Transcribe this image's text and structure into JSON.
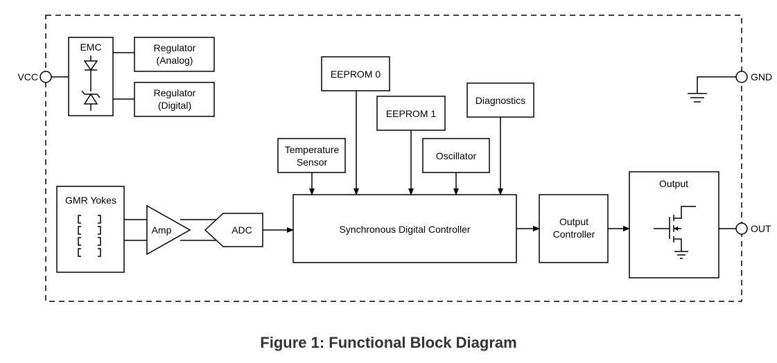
{
  "pins": {
    "vcc": "VCC",
    "gnd": "GND",
    "out": "OUT"
  },
  "blocks": {
    "emc": "EMC",
    "reg_analog": [
      "Regulator",
      "(Analog)"
    ],
    "reg_digital": [
      "Regulator",
      "(Digital)"
    ],
    "eeprom0": "EEPROM 0",
    "eeprom1": "EEPROM 1",
    "diagnostics": "Diagnostics",
    "temp_sensor": [
      "Temperature",
      "Sensor"
    ],
    "oscillator": "Oscillator",
    "gmr_yokes": "GMR Yokes",
    "amp": "Amp",
    "adc": "ADC",
    "sdc": "Synchronous Digital Controller",
    "output_controller": [
      "Output",
      "Controller"
    ],
    "output": "Output"
  },
  "caption": "Figure 1: Functional Block Diagram"
}
